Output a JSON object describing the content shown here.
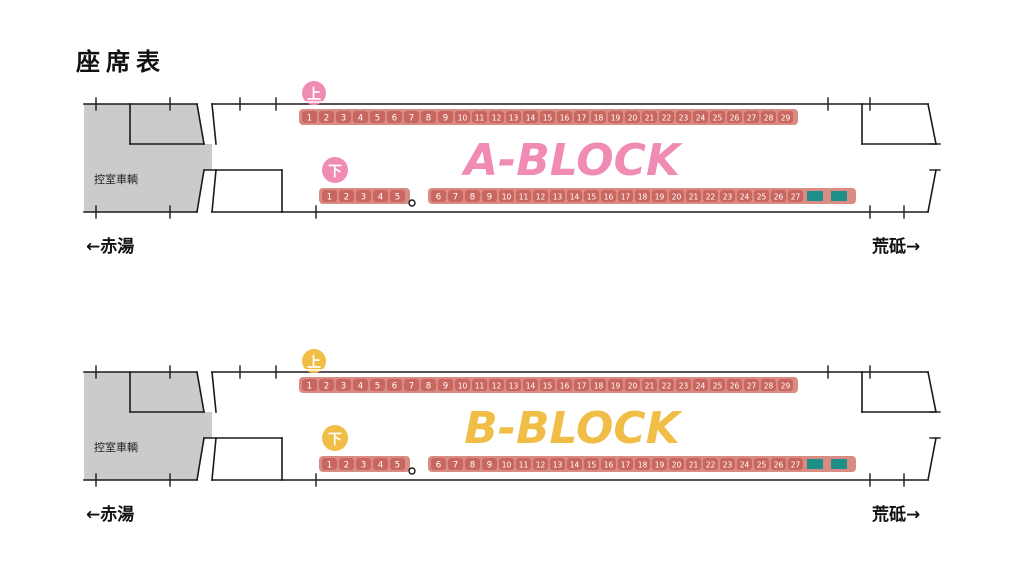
{
  "page": {
    "title": "座席表"
  },
  "colors": {
    "seat_fill": "#d98c84",
    "seat_box": "#c9665f",
    "seat_text": "#ffffff",
    "wheelchair": "#1f8f8a",
    "cab_gray": "#cbcbcd",
    "line": "#1a1a1a",
    "a_accent": "#f08bb3",
    "b_accent": "#f0be46"
  },
  "blocks": [
    {
      "id": "a",
      "name": "A-BLOCK",
      "accent": "#f08bb3",
      "cab_label": "控室車輌",
      "upper_badge": "上",
      "lower_badge": "下",
      "upper_seats": [
        "1",
        "2",
        "3",
        "4",
        "5",
        "6",
        "7",
        "8",
        "9",
        "10",
        "11",
        "12",
        "13",
        "14",
        "15",
        "16",
        "17",
        "18",
        "19",
        "20",
        "21",
        "22",
        "23",
        "24",
        "25",
        "26",
        "27",
        "28",
        "29"
      ],
      "lower_seats_left": [
        "1",
        "2",
        "3",
        "4",
        "5"
      ],
      "lower_seats_right": [
        "6",
        "7",
        "8",
        "9",
        "10",
        "11",
        "12",
        "13",
        "14",
        "15",
        "16",
        "17",
        "18",
        "19",
        "20",
        "21",
        "22",
        "23",
        "24",
        "25",
        "26",
        "27"
      ],
      "wheelchair_spaces": 2,
      "left_direction": "←赤湯",
      "right_direction": "荒砥→"
    },
    {
      "id": "b",
      "name": "B-BLOCK",
      "accent": "#f0be46",
      "cab_label": "控室車輌",
      "upper_badge": "上",
      "lower_badge": "下",
      "upper_seats": [
        "1",
        "2",
        "3",
        "4",
        "5",
        "6",
        "7",
        "8",
        "9",
        "10",
        "11",
        "12",
        "13",
        "14",
        "15",
        "16",
        "17",
        "18",
        "19",
        "20",
        "21",
        "22",
        "23",
        "24",
        "25",
        "26",
        "27",
        "28",
        "29"
      ],
      "lower_seats_left": [
        "1",
        "2",
        "3",
        "4",
        "5"
      ],
      "lower_seats_right": [
        "6",
        "7",
        "8",
        "9",
        "10",
        "11",
        "12",
        "13",
        "14",
        "15",
        "16",
        "17",
        "18",
        "19",
        "20",
        "21",
        "22",
        "23",
        "24",
        "25",
        "26",
        "27"
      ],
      "wheelchair_spaces": 2,
      "left_direction": "←赤湯",
      "right_direction": "荒砥→"
    }
  ]
}
